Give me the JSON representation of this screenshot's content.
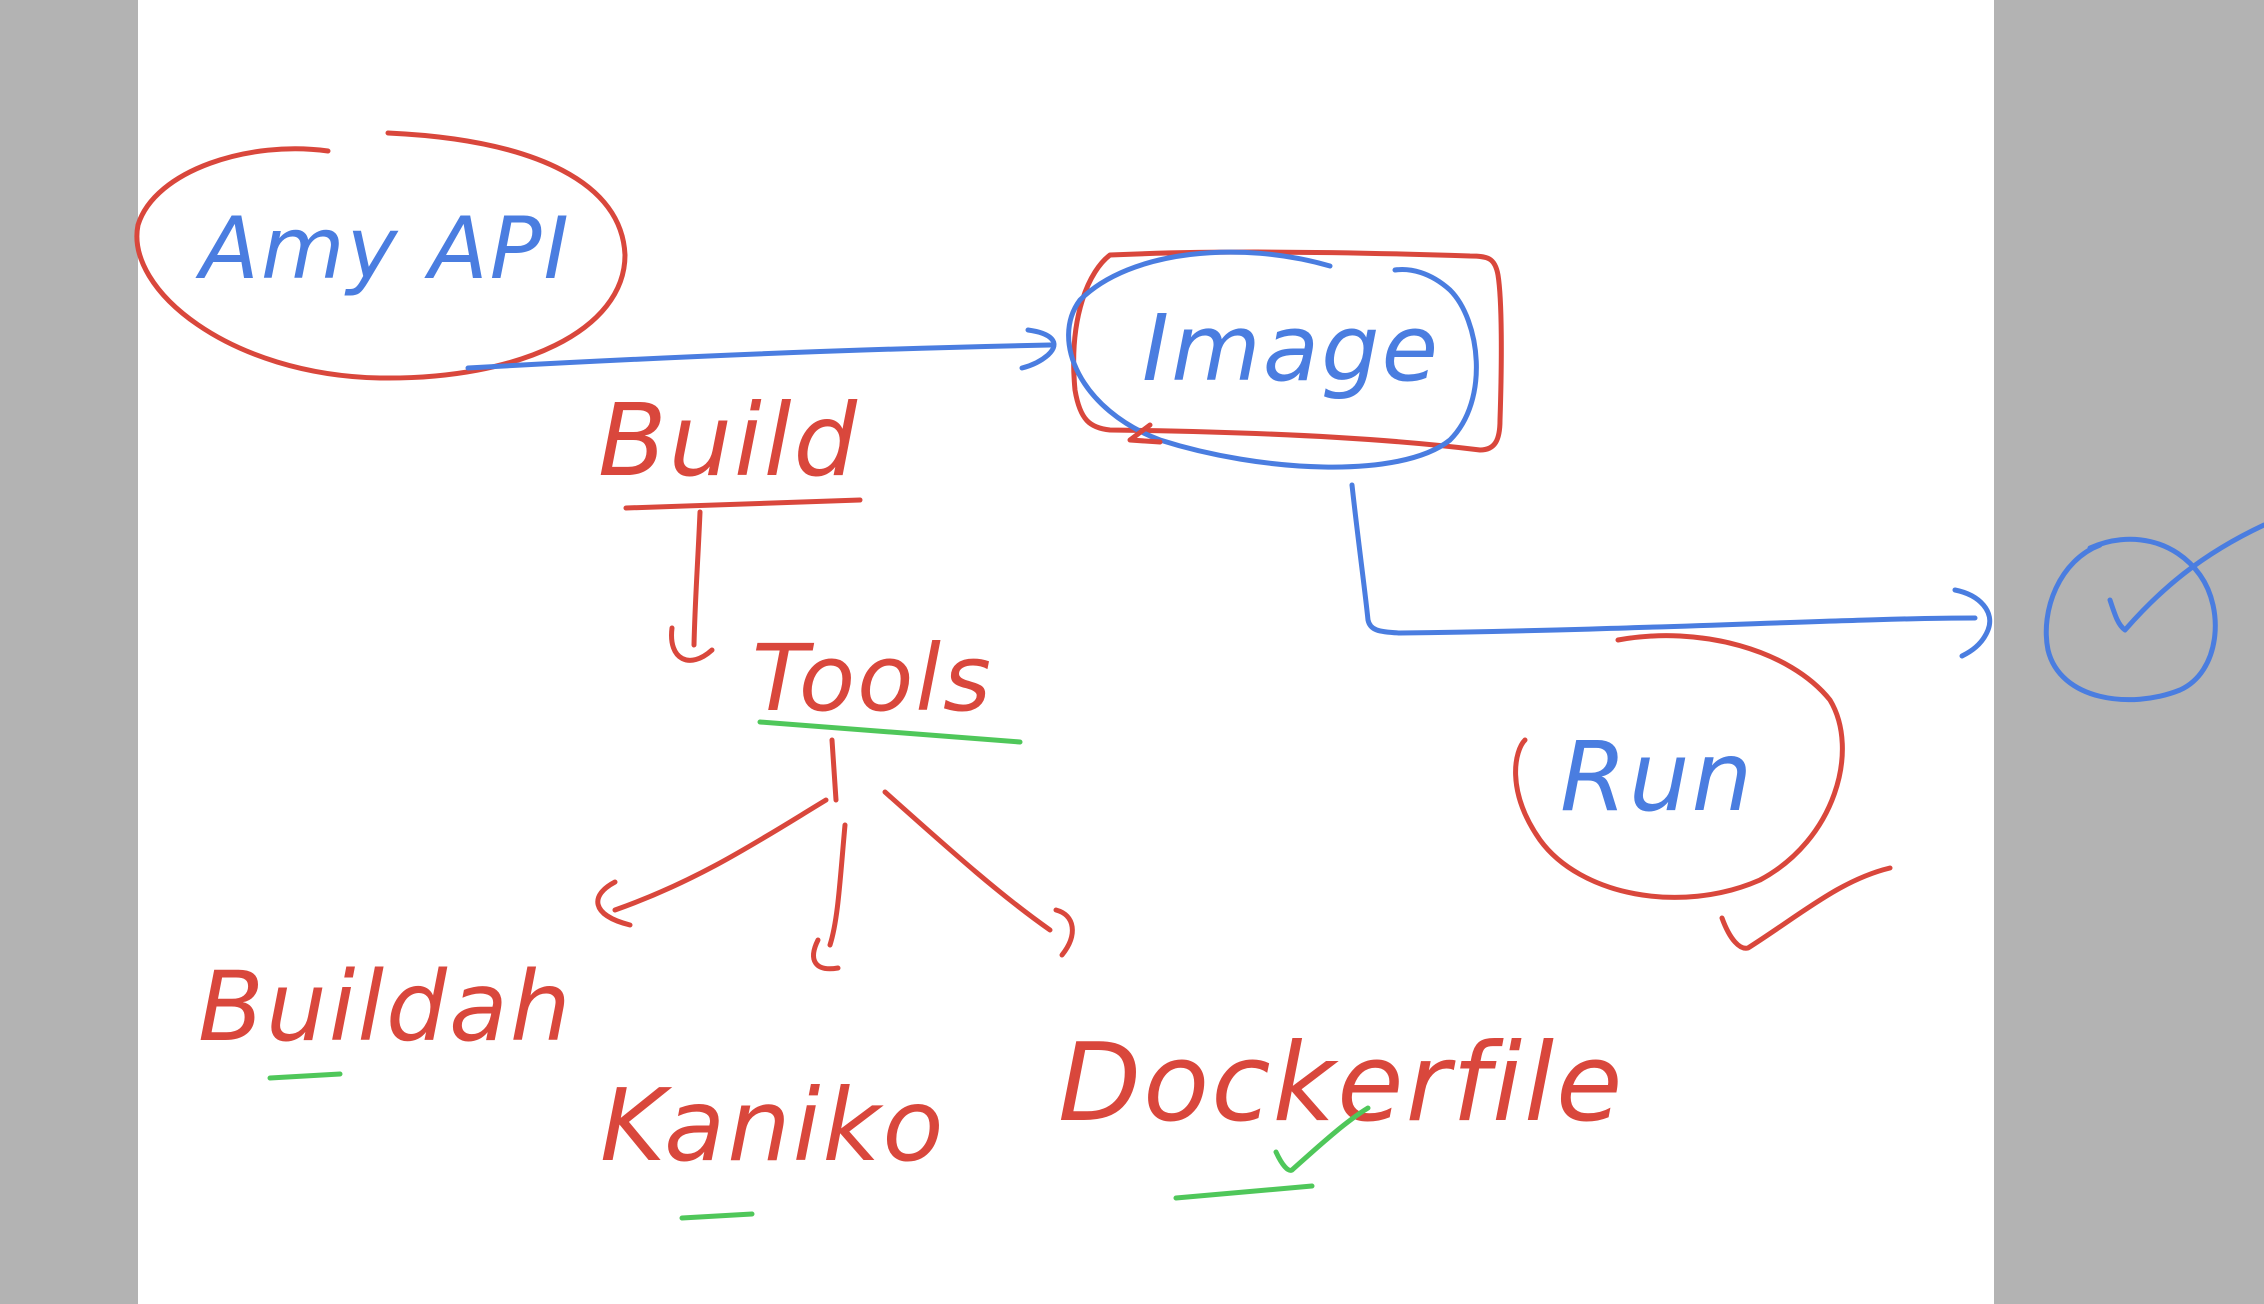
{
  "colors": {
    "red": "#d9473c",
    "blue": "#4a7de0",
    "green": "#4fc75a",
    "margin": "#b3b3b3",
    "page": "#ffffff"
  },
  "labels": {
    "any_api": "Amy API",
    "image": "Image",
    "build": "Build",
    "tools": "Tools",
    "run": "Run",
    "buildah": "Buildah",
    "kaniko": "Kaniko",
    "dockerfile": "Dockerfile"
  },
  "icons": {
    "check": "check-circle-icon"
  }
}
